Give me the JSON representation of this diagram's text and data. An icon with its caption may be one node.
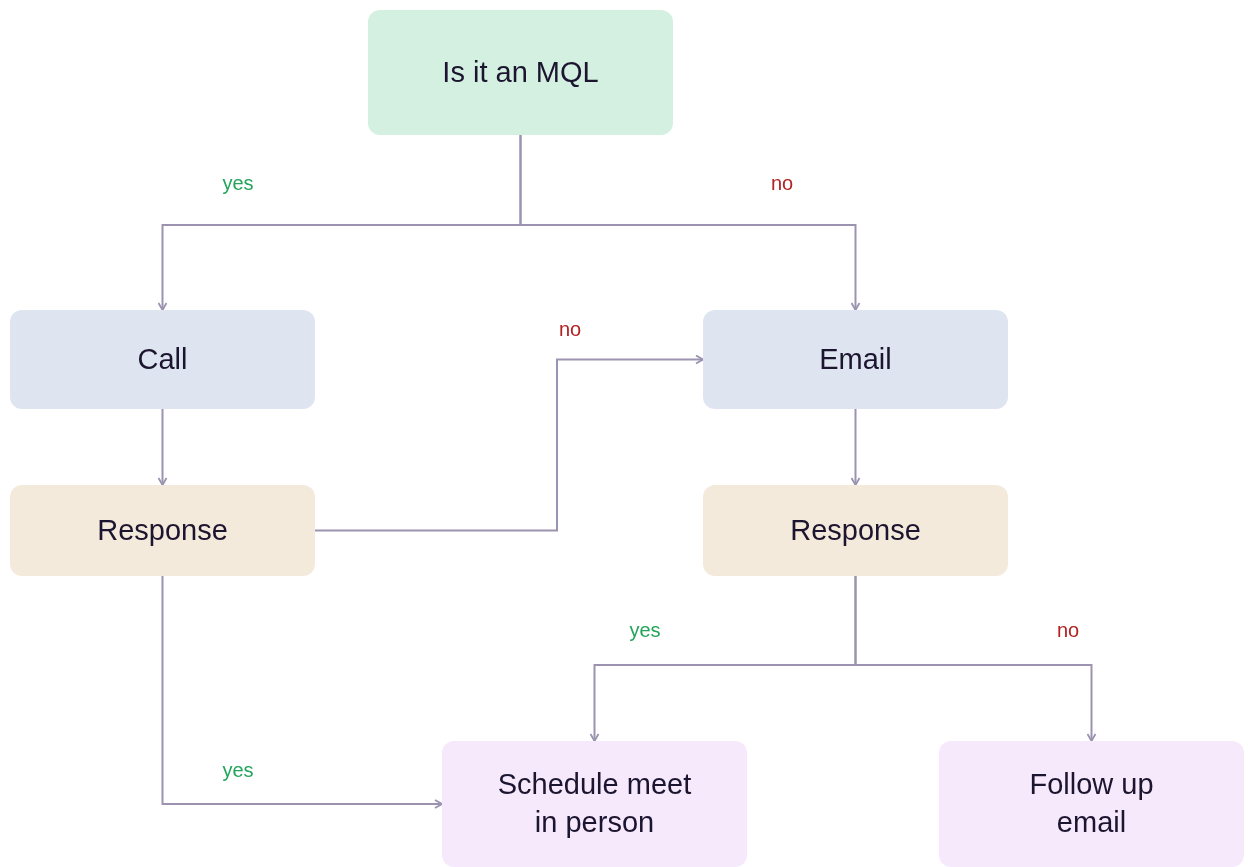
{
  "diagram": {
    "nodes": [
      {
        "text": [
          "Is it an MQL"
        ]
      },
      {
        "text": [
          "Call"
        ]
      },
      {
        "text": [
          "Email"
        ]
      },
      {
        "text": [
          "Response"
        ]
      },
      {
        "text": [
          "Response"
        ]
      },
      {
        "text": [
          "Schedule meet in person"
        ]
      },
      {
        "text": [
          "Follow up email"
        ]
      }
    ],
    "edges": [
      {
        "from": 0,
        "to": 1,
        "arrow": "to",
        "label": "yes"
      },
      {
        "from": 0,
        "to": 2,
        "arrow": "to",
        "label": "no"
      },
      {
        "from": 1,
        "to": 3,
        "arrow": "to"
      },
      {
        "from": 3,
        "to": 2,
        "arrow": "to",
        "label": "no"
      },
      {
        "from": 2,
        "to": 4,
        "arrow": "to"
      },
      {
        "from": 4,
        "to": 5,
        "arrow": "to",
        "label": "yes"
      },
      {
        "from": 4,
        "to": 6,
        "arrow": "to",
        "label": "no"
      },
      {
        "from": 3,
        "to": 5,
        "arrow": "to",
        "label": "yes"
      }
    ]
  }
}
